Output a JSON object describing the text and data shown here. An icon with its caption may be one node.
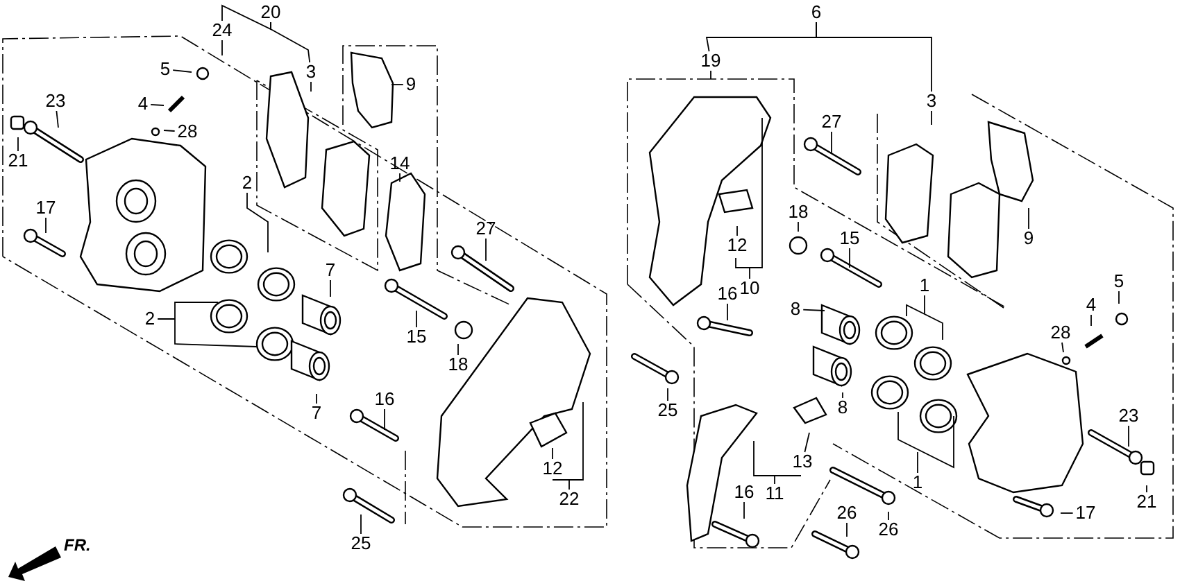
{
  "diagram": {
    "nodes": [
      {
        "text": [
          "20"
        ]
      },
      {
        "text": [
          "6"
        ]
      },
      {
        "text": [
          "24"
        ]
      },
      {
        "text": [
          "19"
        ]
      },
      {
        "text": [
          "5"
        ]
      },
      {
        "text": [
          "3"
        ]
      },
      {
        "text": [
          "9"
        ]
      },
      {
        "text": [
          "23"
        ]
      },
      {
        "text": [
          "3"
        ]
      },
      {
        "text": [
          "4"
        ]
      },
      {
        "text": [
          "27"
        ]
      },
      {
        "text": [
          "28"
        ]
      },
      {
        "text": [
          "21"
        ]
      },
      {
        "text": [
          "14"
        ]
      },
      {
        "text": [
          "2"
        ]
      },
      {
        "text": [
          "17"
        ]
      },
      {
        "text": [
          "18"
        ]
      },
      {
        "text": [
          "27"
        ]
      },
      {
        "text": [
          "9"
        ]
      },
      {
        "text": [
          "15"
        ]
      },
      {
        "text": [
          "12"
        ]
      },
      {
        "text": [
          "7"
        ]
      },
      {
        "text": [
          "5"
        ]
      },
      {
        "text": [
          "1"
        ]
      },
      {
        "text": [
          "10"
        ]
      },
      {
        "text": [
          "16"
        ]
      },
      {
        "text": [
          "4"
        ]
      },
      {
        "text": [
          "8"
        ]
      },
      {
        "text": [
          "2"
        ]
      },
      {
        "text": [
          "28"
        ]
      },
      {
        "text": [
          "15"
        ]
      },
      {
        "text": [
          "18"
        ]
      },
      {
        "text": [
          "16"
        ]
      },
      {
        "text": [
          "8"
        ]
      },
      {
        "text": [
          "25"
        ]
      },
      {
        "text": [
          "7"
        ]
      },
      {
        "text": [
          "23"
        ]
      },
      {
        "text": [
          "13"
        ]
      },
      {
        "text": [
          "12"
        ]
      },
      {
        "text": [
          "1"
        ]
      },
      {
        "text": [
          "16"
        ]
      },
      {
        "text": [
          "11"
        ]
      },
      {
        "text": [
          "22"
        ]
      },
      {
        "text": [
          "21"
        ]
      },
      {
        "text": [
          "17"
        ]
      },
      {
        "text": [
          "26"
        ]
      },
      {
        "text": [
          "26"
        ]
      },
      {
        "text": [
          "25"
        ]
      }
    ],
    "edges": [
      {
        "from": 0,
        "to": 5,
        "arrow": "none"
      },
      {
        "from": 1,
        "to": 8,
        "arrow": "none"
      },
      {
        "from": 2,
        "to": null,
        "arrow": "none"
      },
      {
        "from": 3,
        "to": null,
        "arrow": "none"
      },
      {
        "from": 4,
        "to": null,
        "arrow": "none"
      },
      {
        "from": 5,
        "to": null,
        "arrow": "none"
      },
      {
        "from": 6,
        "to": null,
        "arrow": "none"
      },
      {
        "from": 7,
        "to": null,
        "arrow": "none"
      },
      {
        "from": 8,
        "to": null,
        "arrow": "none"
      },
      {
        "from": 9,
        "to": null,
        "arrow": "none"
      },
      {
        "from": 10,
        "to": null,
        "arrow": "none"
      },
      {
        "from": 11,
        "to": null,
        "arrow": "none"
      },
      {
        "from": 12,
        "to": null,
        "arrow": "none"
      },
      {
        "from": 13,
        "to": null,
        "arrow": "none"
      },
      {
        "from": 14,
        "to": null,
        "arrow": "none"
      },
      {
        "from": 15,
        "to": null,
        "arrow": "none"
      },
      {
        "from": 16,
        "to": null,
        "arrow": "none"
      },
      {
        "from": 17,
        "to": null,
        "arrow": "none"
      },
      {
        "from": 18,
        "to": null,
        "arrow": "none"
      },
      {
        "from": 19,
        "to": null,
        "arrow": "none"
      },
      {
        "from": 20,
        "to": null,
        "arrow": "none"
      },
      {
        "from": 21,
        "to": null,
        "arrow": "none"
      },
      {
        "from": 22,
        "to": null,
        "arrow": "none"
      },
      {
        "from": 23,
        "to": null,
        "arrow": "none"
      },
      {
        "from": 24,
        "to": null,
        "arrow": "none"
      },
      {
        "from": 25,
        "to": null,
        "arrow": "none"
      },
      {
        "from": 26,
        "to": null,
        "arrow": "none"
      },
      {
        "from": 27,
        "to": null,
        "arrow": "none"
      },
      {
        "from": 28,
        "to": null,
        "arrow": "none"
      },
      {
        "from": 29,
        "to": null,
        "arrow": "none"
      },
      {
        "from": 30,
        "to": null,
        "arrow": "none"
      },
      {
        "from": 31,
        "to": null,
        "arrow": "none"
      },
      {
        "from": 32,
        "to": null,
        "arrow": "none"
      },
      {
        "from": 33,
        "to": null,
        "arrow": "none"
      },
      {
        "from": 34,
        "to": null,
        "arrow": "none"
      },
      {
        "from": 35,
        "to": null,
        "arrow": "none"
      },
      {
        "from": 36,
        "to": null,
        "arrow": "none"
      },
      {
        "from": 37,
        "to": null,
        "arrow": "none"
      },
      {
        "from": 38,
        "to": null,
        "arrow": "none"
      },
      {
        "from": 39,
        "to": null,
        "arrow": "none"
      },
      {
        "from": 40,
        "to": null,
        "arrow": "none"
      },
      {
        "from": 41,
        "to": null,
        "arrow": "none"
      },
      {
        "from": 42,
        "to": null,
        "arrow": "none"
      },
      {
        "from": 43,
        "to": null,
        "arrow": "none"
      },
      {
        "from": 44,
        "to": null,
        "arrow": "none"
      },
      {
        "from": 45,
        "to": null,
        "arrow": "none"
      },
      {
        "from": 46,
        "to": null,
        "arrow": "none"
      },
      {
        "from": 47,
        "to": null,
        "arrow": "none"
      },
      {
        "from": 0,
        "to": 2,
        "arrow": "none"
      },
      {
        "from": 1,
        "to": 3,
        "arrow": "none"
      }
    ],
    "labels": [
      "FR."
    ]
  }
}
